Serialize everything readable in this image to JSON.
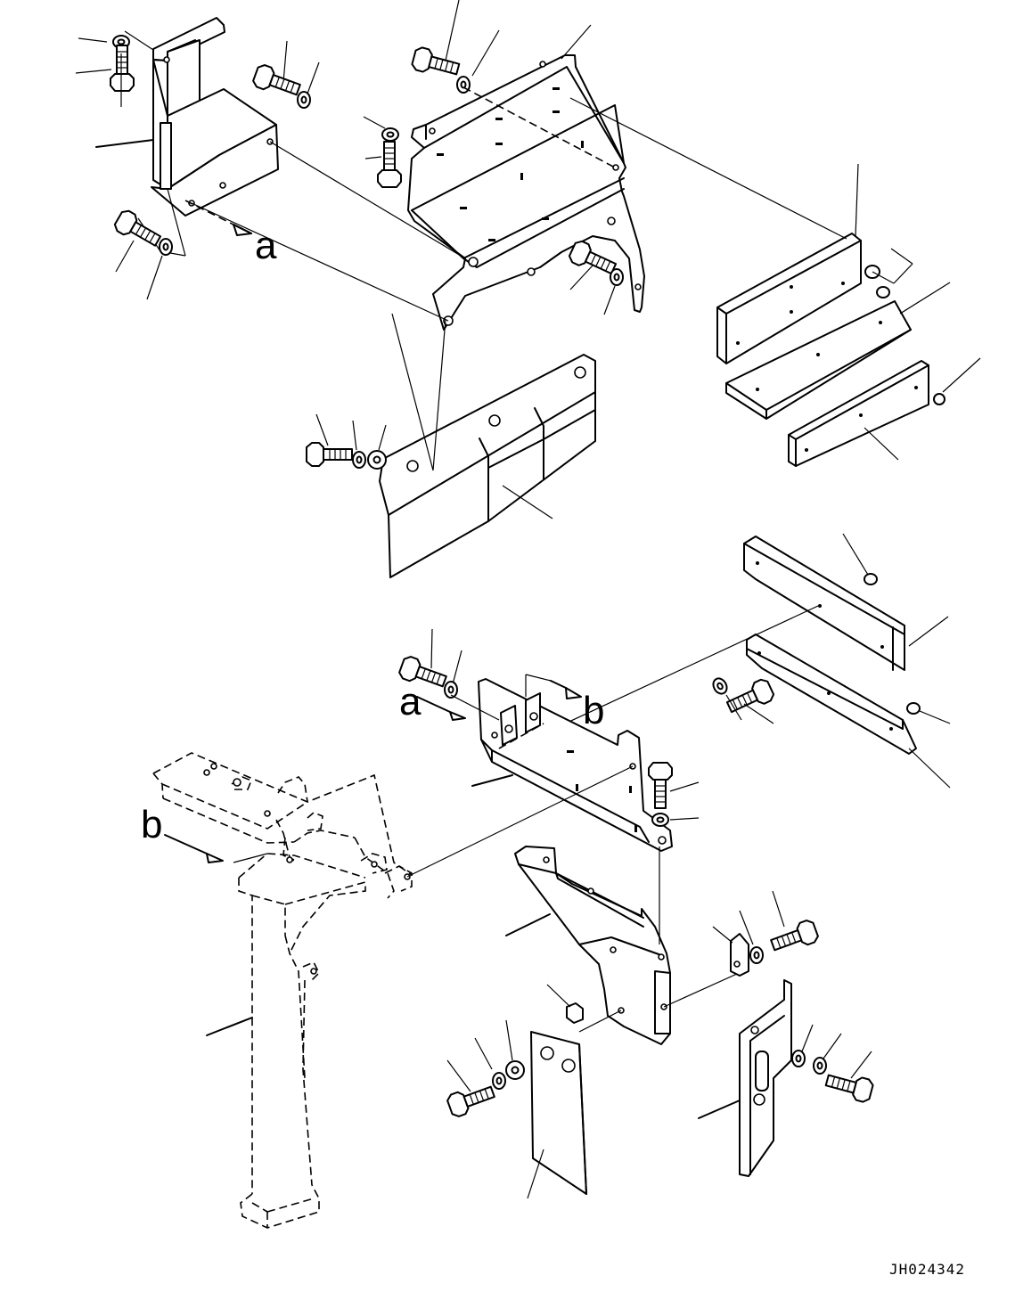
{
  "view_labels": {
    "a_top": "a",
    "a_mid": "a",
    "b_mid": "b",
    "b_left": "b"
  },
  "drawing_code": "JH024342",
  "colors": {
    "line": "#000000",
    "background": "#ffffff"
  }
}
